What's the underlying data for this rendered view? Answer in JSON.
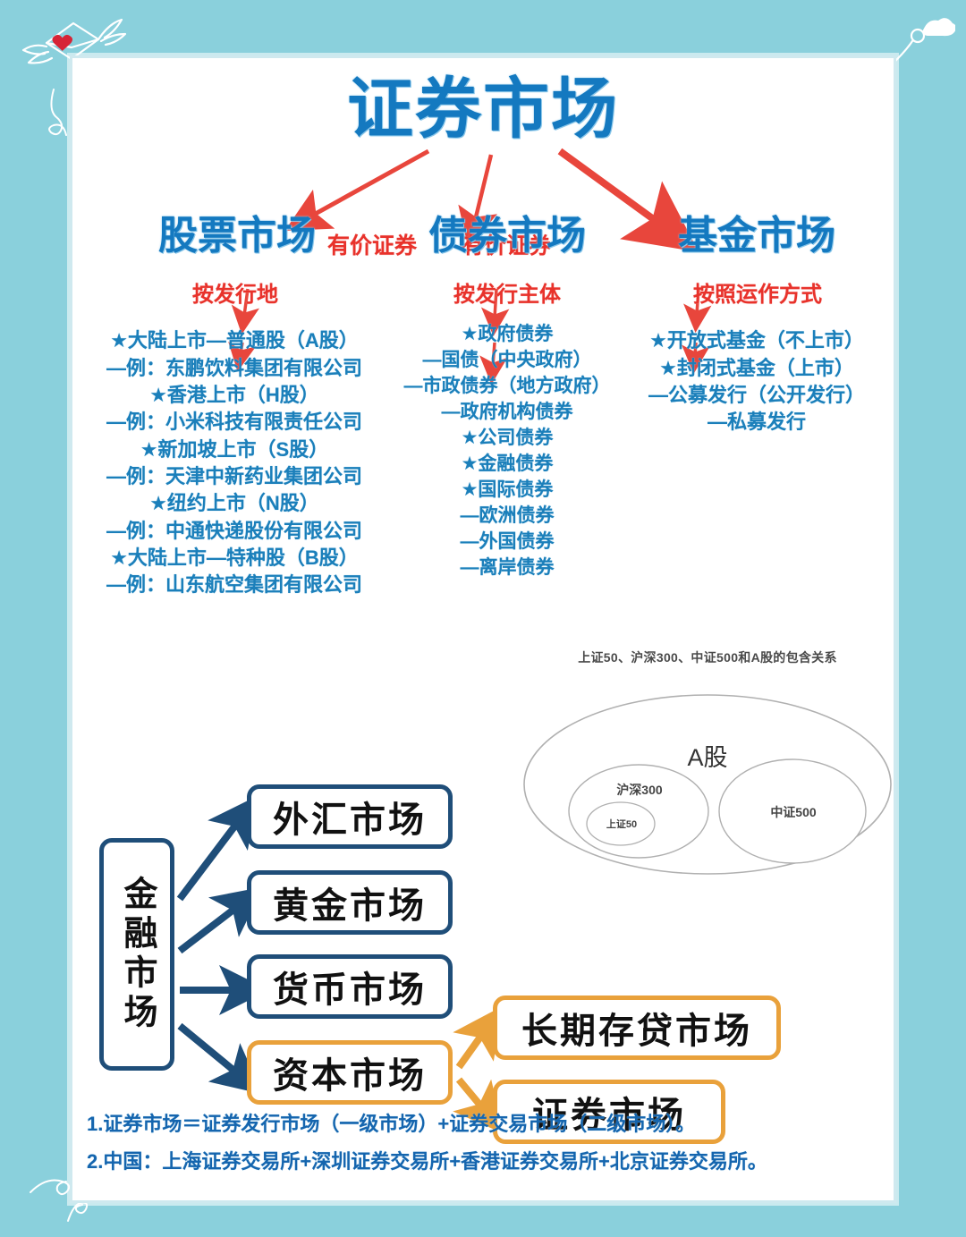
{
  "poster": {
    "title": "证券市场",
    "background_color": "#8ad0dc",
    "title_color": "#1479c0",
    "accent_red": "#e8322b",
    "accent_navy": "#1f4e79",
    "accent_orange": "#e9a13b"
  },
  "edges": {
    "securities_label_1": "有价证券",
    "securities_label_2": "有价证券"
  },
  "columns": [
    {
      "title": "股票市场",
      "subtitle": "按发行地",
      "items": [
        "★大陆上市—普通股（A股）",
        "—例：东鹏饮料集团有限公司",
        "★香港上市（H股）",
        "—例：小米科技有限责任公司",
        "★新加坡上市（S股）",
        "—例：天津中新药业集团公司",
        "★纽约上市（N股）",
        "—例：中通快递股份有限公司",
        "★大陆上市—特种股（B股）",
        "—例：山东航空集团有限公司"
      ]
    },
    {
      "title": "债券市场",
      "subtitle": "按发行主体",
      "items": [
        "★政府债券",
        "—国债（中央政府）",
        "—市政债券（地方政府）",
        "—政府机构债券",
        "★公司债券",
        "★金融债券",
        "★国际债券",
        "—欧洲债券",
        "—外国债券",
        "—离岸债券"
      ]
    },
    {
      "title": "基金市场",
      "subtitle": "按照运作方式",
      "items": [
        "★开放式基金（不上市）",
        "★封闭式基金（上市）",
        "—公募发行（公开发行）",
        "—私募发行"
      ]
    }
  ],
  "venn": {
    "caption": "上证50、沪深300、中证500和A股的包含关系",
    "outer": "A股",
    "mid_left": "沪深300",
    "inner_left": "上证50",
    "mid_right": "中证500"
  },
  "flow": {
    "source": "金融市场",
    "targets": [
      {
        "label": "外汇市场",
        "style": "navy"
      },
      {
        "label": "黄金市场",
        "style": "navy"
      },
      {
        "label": "货币市场",
        "style": "navy"
      },
      {
        "label": "资本市场",
        "style": "orange"
      }
    ],
    "capital_children": [
      {
        "label": "长期存贷市场",
        "style": "orange"
      },
      {
        "label": "证券市场",
        "style": "orange"
      }
    ]
  },
  "notes": [
    "1.证券市场＝证券发行市场（一级市场）+证券交易市场（二级市场）。",
    "2.中国：上海证券交易所+深圳证券交易所+香港证券交易所+北京证券交易所。"
  ]
}
